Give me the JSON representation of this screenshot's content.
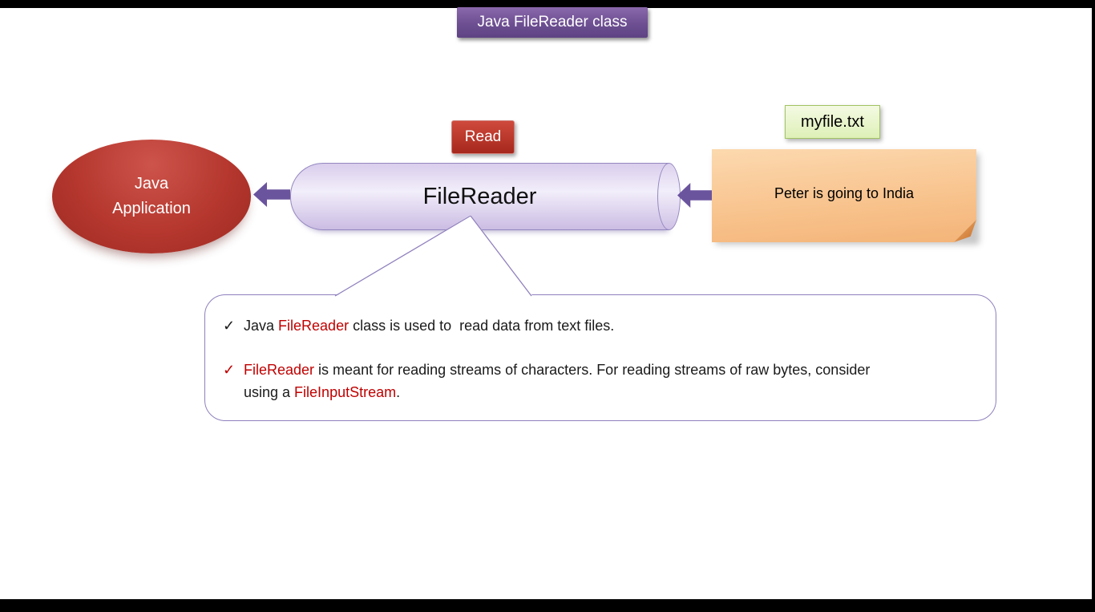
{
  "banner": {
    "label": "Java FileReader class"
  },
  "app_ellipse": {
    "line1": "Java",
    "line2": "Application"
  },
  "cylinder": {
    "label": "FileReader"
  },
  "read_badge": {
    "label": "Read"
  },
  "file_tag": {
    "label": "myfile.txt"
  },
  "note": {
    "text": "Peter is going to India"
  },
  "callout": {
    "item1": {
      "check": "✓",
      "parts": {
        "p0": "Java ",
        "p1": "FileReader",
        "p2": " class is used to  read data from text files."
      }
    },
    "item2": {
      "check": "✓",
      "line1": {
        "p0": "FileReader",
        "p1": " is meant for reading streams of characters. For reading streams of raw bytes, consider"
      },
      "line2": {
        "p0": "using a ",
        "p1": "FileInputStream",
        "p2": "."
      }
    }
  },
  "colors": {
    "accent_red": "#c00000",
    "banner_purple": "#6d4f92",
    "arrow_purple": "#6b549e",
    "ellipse_red": "#b5372e",
    "cylinder_lavender": "#e3d8f2",
    "note_orange": "#f8c28c",
    "tag_green": "#e8f4c8"
  }
}
